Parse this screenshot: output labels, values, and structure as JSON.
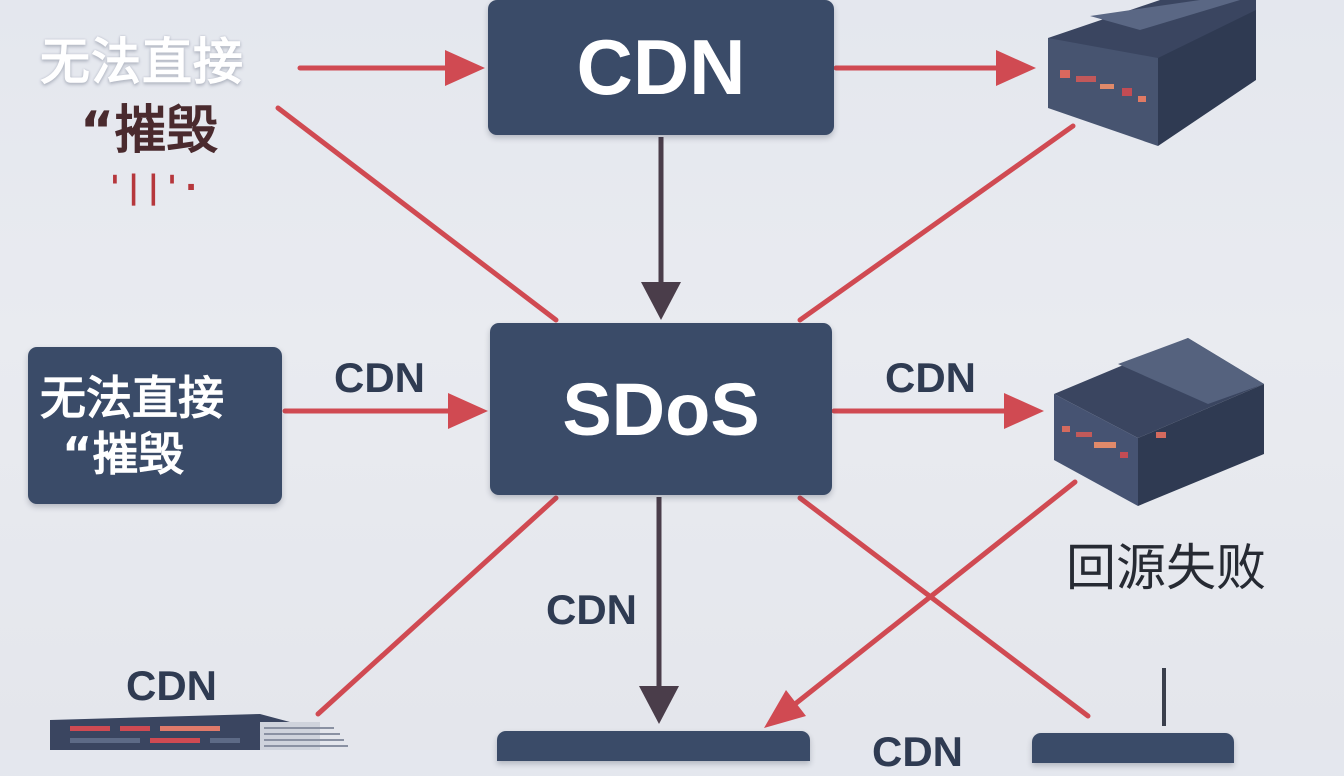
{
  "nodes": {
    "cdn_top": "CDN",
    "center": "SDoS",
    "left_box": {
      "line1": "无法直接",
      "line2": "“摧毁"
    }
  },
  "top_left_text": {
    "line1": "无法直接",
    "line2": "“摧毁",
    "marks": "'||'·"
  },
  "edge_labels": {
    "left_to_center": "CDN",
    "center_to_right": "CDN",
    "center_to_bottom": "CDN",
    "bottom_left": "CDN",
    "bottom_right": "CDN"
  },
  "fail_label": "回源失败",
  "colors": {
    "box": "#3a4b68",
    "arrow_red": "#d04a52",
    "arrow_dark": "#4a3d4a",
    "text_dark": "#2f3b52"
  },
  "icons": [
    "server-icon",
    "server-icon",
    "server-rack-icon"
  ]
}
